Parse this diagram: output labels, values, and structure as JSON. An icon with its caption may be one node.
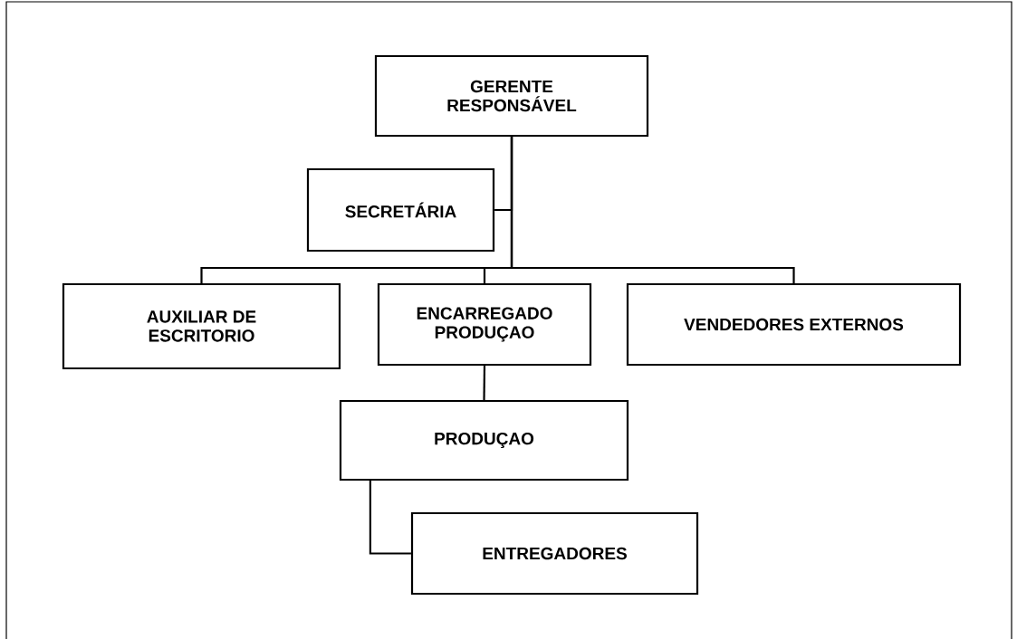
{
  "diagram": {
    "nodes": [
      {
        "text": [
          "GERENTE RESPONSÁVEL"
        ]
      },
      {
        "text": [
          "SECRETÁRIA"
        ]
      },
      {
        "text": [
          "AUXILIAR DE ESCRITORIO"
        ]
      },
      {
        "text": [
          "ENCARREGADO PRODUÇAO"
        ]
      },
      {
        "text": [
          "VENDEDORES EXTERNOS"
        ]
      },
      {
        "text": [
          "PRODUÇAO"
        ]
      },
      {
        "text": [
          "ENTREGADORES"
        ]
      }
    ],
    "edges": [
      {
        "from": 0,
        "to": 1,
        "arrow": "none"
      },
      {
        "from": 0,
        "to": 2,
        "arrow": "none"
      },
      {
        "from": 0,
        "to": 3,
        "arrow": "none"
      },
      {
        "from": 0,
        "to": 4,
        "arrow": "none"
      },
      {
        "from": 3,
        "to": 5,
        "arrow": "none"
      },
      {
        "from": 5,
        "to": 6,
        "arrow": "none"
      }
    ]
  }
}
